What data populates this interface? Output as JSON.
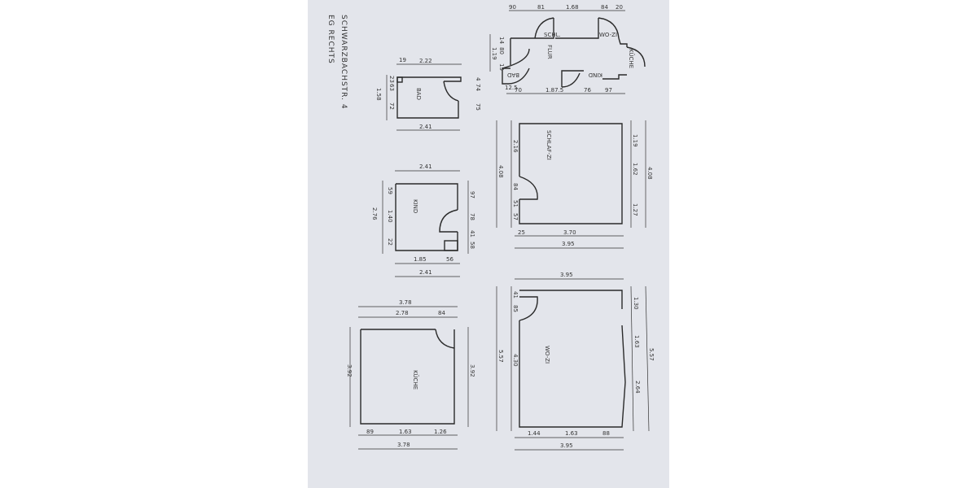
{
  "header": {
    "address": "SCHWARZBACHSTR. 4",
    "unit": "EG RECHTS"
  },
  "flur": {
    "label": "FLUR",
    "doors": [
      "SCHL.",
      "WO-ZI",
      "KÜCHE",
      "BAD",
      "KIND"
    ],
    "top_dims": [
      "90",
      "81",
      "1.68",
      "84",
      "20"
    ],
    "left_dims": [
      "14",
      "80",
      "1.19",
      "15"
    ],
    "bottom_dims": [
      "12.5",
      "70",
      "1.87.5",
      "76",
      "97"
    ]
  },
  "bad": {
    "label": "BAD",
    "dims": [
      "19",
      "2.22",
      "23",
      "63",
      "1.58",
      "72",
      "2.41",
      "4",
      "74",
      "75"
    ]
  },
  "schlaf": {
    "label": "SCHLAF-ZI",
    "dims": [
      "2.16",
      "4.08",
      "84",
      "51",
      "57",
      "1.19",
      "1.62",
      "4.08",
      "1.27",
      "25",
      "3.70",
      "3.95"
    ]
  },
  "kind": {
    "label": "KIND",
    "dims": [
      "2.41",
      "59",
      "2.76",
      "1.40",
      "22",
      "97",
      "78",
      "41",
      "58",
      "1.85",
      "56",
      "2.41"
    ]
  },
  "wozi": {
    "label": "WO-ZI",
    "dims": [
      "3.95",
      "41",
      "85",
      "5.57",
      "4.30",
      "1.30",
      "1.63",
      "5.57",
      "2.64",
      "1.44",
      "1.63",
      "88",
      "3.95"
    ]
  },
  "kueche": {
    "label": "KÜCHE",
    "dims": [
      "3.78",
      "2.78",
      "84",
      "3.92",
      "3.92",
      "89",
      "1.63",
      "1.26",
      "3.78"
    ]
  }
}
